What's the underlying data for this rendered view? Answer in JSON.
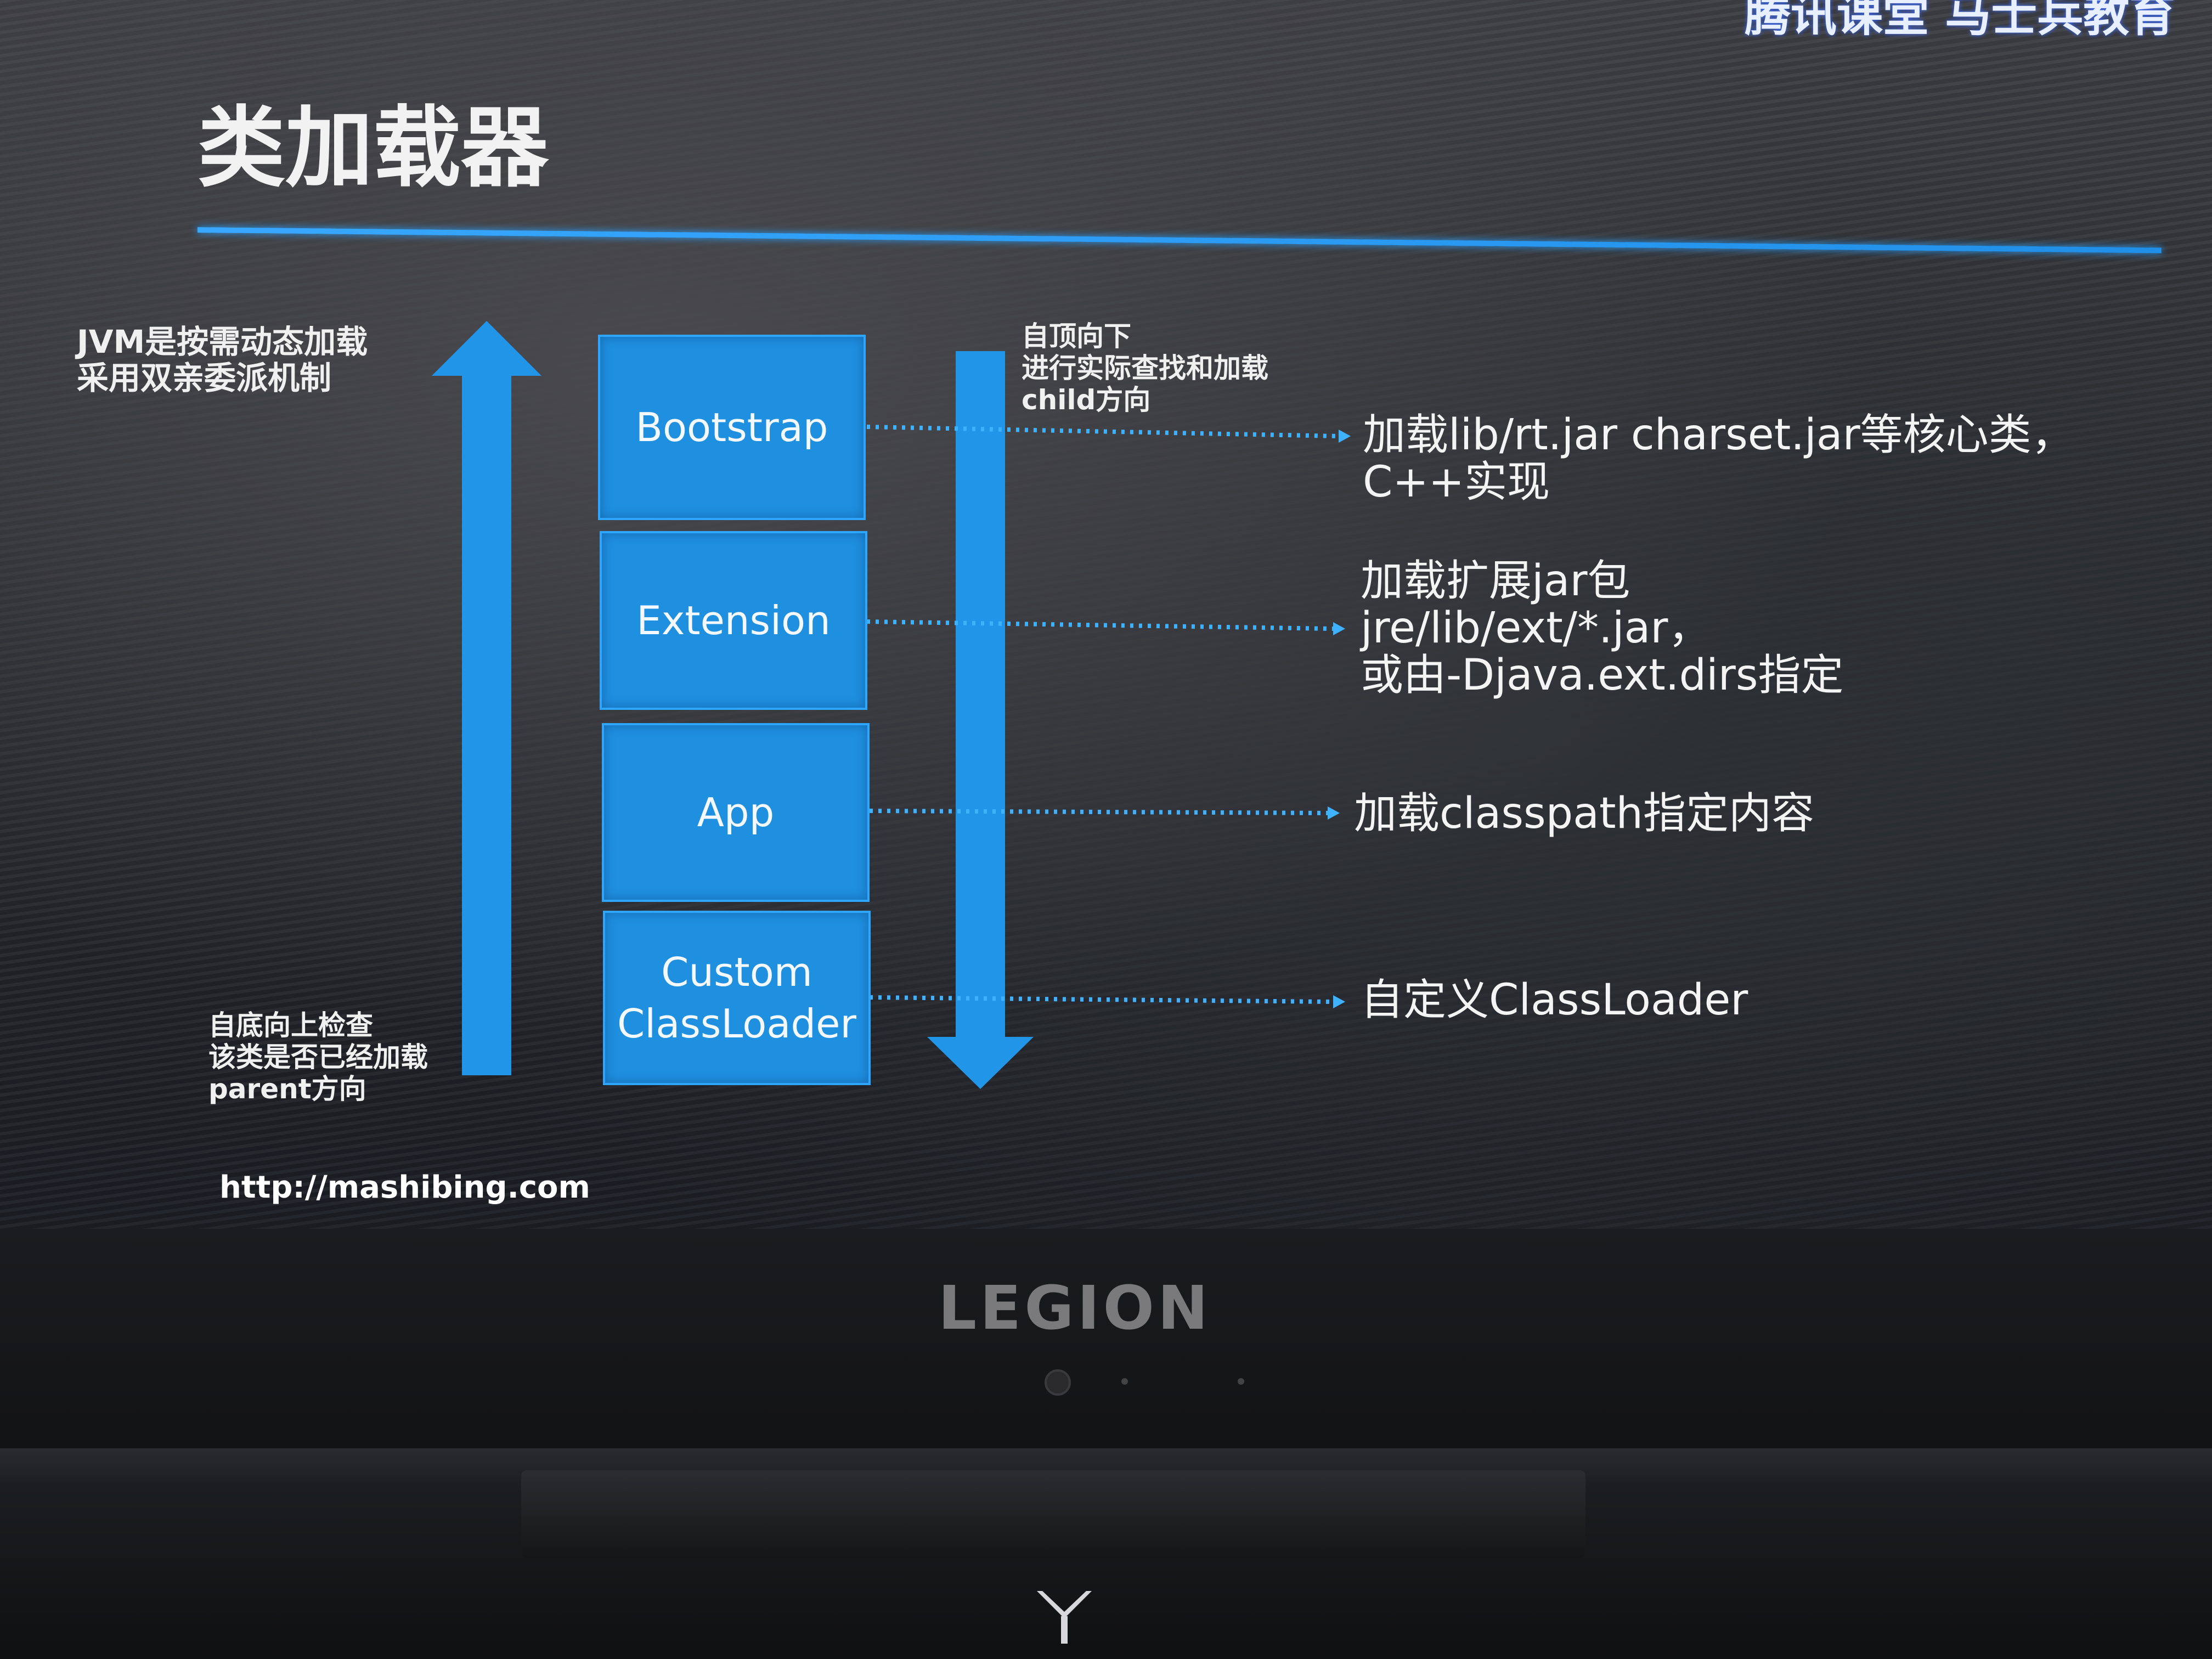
{
  "header": {
    "title": "类加载器",
    "brand": "腾讯课堂 马士兵教育"
  },
  "notes": {
    "left_top": "JVM是按需动态加载\n采用双亲委派机制",
    "left_bottom": "自底向上检查\n该类是否已经加载\nparent方向",
    "right_top": "自顶向下\n进行实际查找和加载\nchild方向"
  },
  "loaders": [
    {
      "name": "Bootstrap",
      "description": "加载lib/rt.jar charset.jar等核心类，C++实现"
    },
    {
      "name": "Extension",
      "description": "加载扩展jar包\njre/lib/ext/*.jar，\n或由-Djava.ext.dirs指定"
    },
    {
      "name": "App",
      "description": "加载classpath指定内容"
    },
    {
      "name": "Custom\nClassLoader",
      "description": "自定义ClassLoader"
    }
  ],
  "footer": {
    "url": "http://mashibing.com"
  },
  "device": {
    "brand": "LEGION"
  },
  "colors": {
    "box": "#1f8fe0",
    "arrow": "#2196e8",
    "dotted": "#3fb2ff"
  }
}
